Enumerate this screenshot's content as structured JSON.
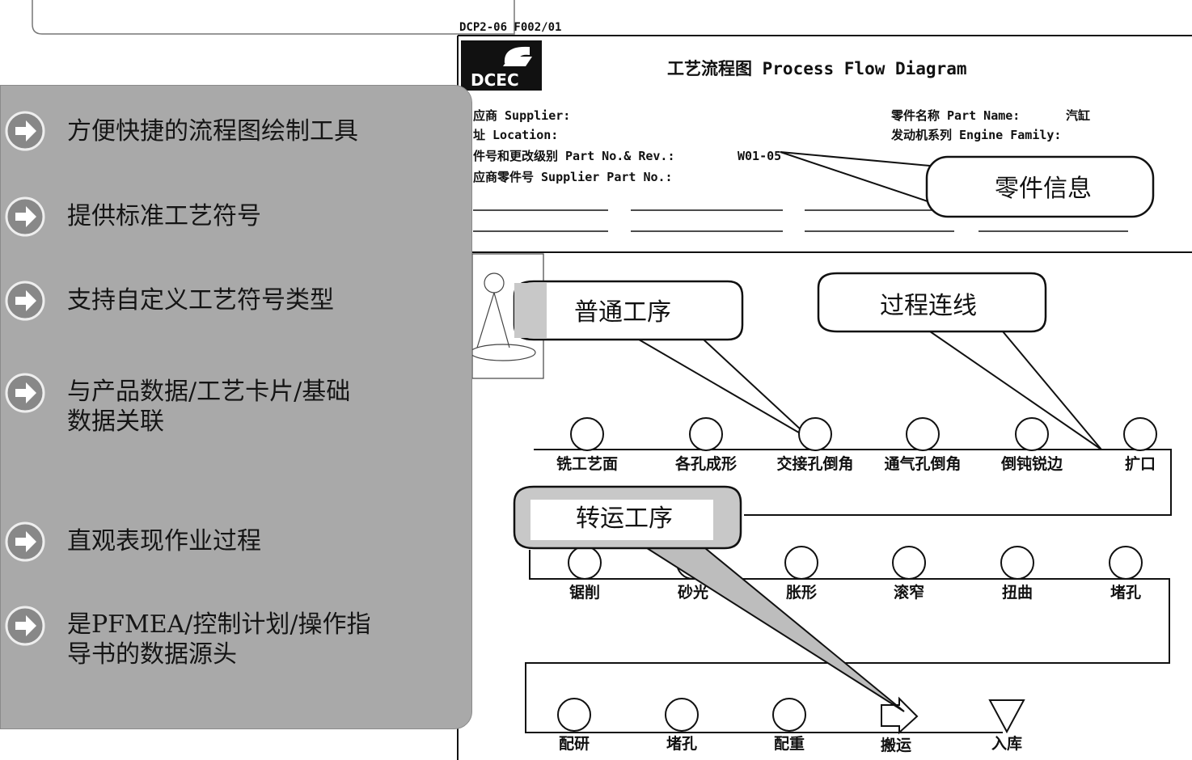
{
  "features": [
    {
      "text": "方便快捷的流程图绘制工具",
      "icon": "arrow-right-circle-icon"
    },
    {
      "text": "提供标准工艺符号",
      "icon": "arrow-right-circle-icon"
    },
    {
      "text": "支持自定义工艺符号类型",
      "icon": "arrow-right-circle-icon"
    },
    {
      "text": "与产品数据/工艺卡片/基础",
      "text2": "数据关联",
      "icon": "arrow-right-circle-icon"
    },
    {
      "text": "直观表现作业过程",
      "icon": "arrow-right-circle-icon"
    },
    {
      "text": "是PFMEA/控制计划/操作指",
      "text2": "导书的数据源头",
      "icon": "arrow-right-circle-icon"
    }
  ],
  "document": {
    "code": "DCP2-06  F002/01",
    "logo_text": "DCEC",
    "title": "工艺流程图 Process Flow Diagram",
    "fields_left": [
      "应商 Supplier:",
      "  址 Location:",
      "件号和更改级别 Part No.& Rev.:",
      "应商零件号 Supplier Part No.:"
    ],
    "part_rev_value": "W01-05",
    "fields_right": [
      "零件名称 Part Name:",
      "发动机系列 Engine Family:"
    ],
    "part_name_value": "汽缸"
  },
  "callouts": {
    "part_info": "零件信息",
    "normal_process": "普通工序",
    "process_line": "过程连线",
    "transport_process": "转运工序"
  },
  "flow": {
    "row1": [
      "铣工艺面",
      "各孔成形",
      "交接孔倒角",
      "通气孔倒角",
      "倒钝锐边",
      "扩口"
    ],
    "row2": [
      "锯削",
      "砂光",
      "胀形",
      "滚窄",
      "扭曲",
      "堵孔"
    ],
    "row3": [
      "配研",
      "堵孔",
      "配重",
      "搬运",
      "入库"
    ]
  },
  "colors": {
    "panel": "#a9a9a9",
    "callout_gray": "#c8c8c8"
  }
}
